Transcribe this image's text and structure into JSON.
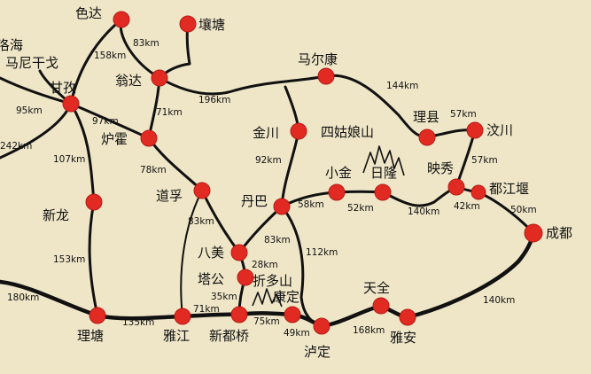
{
  "map": {
    "cities": [
      {
        "id": "seda",
        "name": "色达"
      },
      {
        "id": "rangtang",
        "name": "壤塘"
      },
      {
        "id": "wengda",
        "name": "翁达"
      },
      {
        "id": "ganzi",
        "name": "甘孜"
      },
      {
        "id": "luhuo",
        "name": "炉霍"
      },
      {
        "id": "maerkang",
        "name": "马尔康"
      },
      {
        "id": "jinchuan",
        "name": "金川"
      },
      {
        "id": "lixian",
        "name": "理县"
      },
      {
        "id": "wenchuan",
        "name": "汶川"
      },
      {
        "id": "yingxiu",
        "name": "映秀"
      },
      {
        "id": "dujiangyan",
        "name": "都江堰"
      },
      {
        "id": "chengdu",
        "name": "成都"
      },
      {
        "id": "daofu",
        "name": "道孚"
      },
      {
        "id": "danba",
        "name": "丹巴"
      },
      {
        "id": "xiaojin",
        "name": "小金"
      },
      {
        "id": "rilong",
        "name": "日隆"
      },
      {
        "id": "xinlong",
        "name": "新龙"
      },
      {
        "id": "bamei",
        "name": "八美"
      },
      {
        "id": "tagong",
        "name": "塔公"
      },
      {
        "id": "kangding",
        "name": "康定"
      },
      {
        "id": "litang",
        "name": "理塘"
      },
      {
        "id": "yajiang",
        "name": "雅江"
      },
      {
        "id": "xindouqiao",
        "name": "新都桥"
      },
      {
        "id": "luding",
        "name": "泸定"
      },
      {
        "id": "tianquan",
        "name": "天全"
      },
      {
        "id": "yaan",
        "name": "雅安"
      }
    ],
    "edge_labels": [
      {
        "id": "luohai",
        "text": "洛海"
      },
      {
        "id": "manigange",
        "text": "马尼干戈"
      }
    ],
    "features": [
      {
        "id": "siguniang",
        "name": "四姑娘山"
      },
      {
        "id": "zheduoshan",
        "name": "折多山"
      }
    ],
    "distances": [
      "83km",
      "158km",
      "71km",
      "196km",
      "144km",
      "57km",
      "95km",
      "97km",
      "242km",
      "107km",
      "78km",
      "92km",
      "57km",
      "83km",
      "58km",
      "52km",
      "140km",
      "42km",
      "50km",
      "153km",
      "83km",
      "28km",
      "112km",
      "35km",
      "71km",
      "180km",
      "135km",
      "75km",
      "49km",
      "168km",
      "140km"
    ]
  }
}
